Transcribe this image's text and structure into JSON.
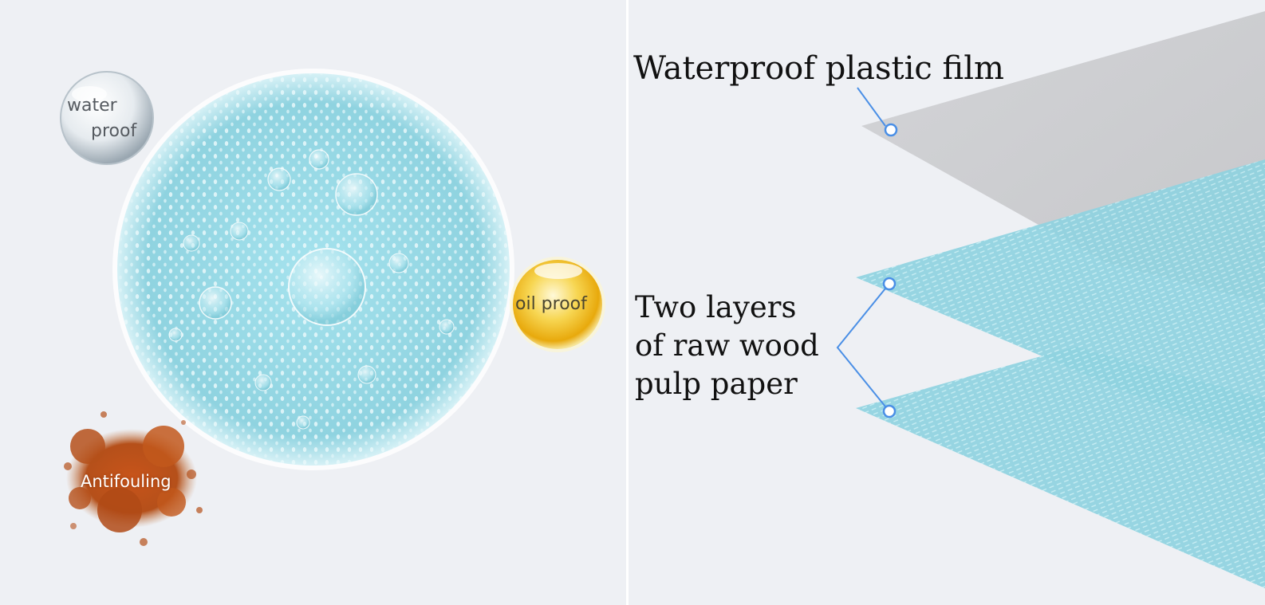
{
  "left_panel": {
    "water_badge": {
      "line1": "water",
      "line2": "proof"
    },
    "oil_badge": {
      "label": "oil proof"
    },
    "antifouling_badge": {
      "label": "Antifouling"
    }
  },
  "right_panel": {
    "film_label": "Waterproof plastic film",
    "paper_label": {
      "line1": "Two layers",
      "line2": "of raw wood",
      "line3": "pulp paper"
    }
  },
  "colors": {
    "background": "#eef0f4",
    "paper_cyan": "#8fd3e0",
    "film_gray": "#cfd0d3",
    "callout_blue": "#4a8fe6",
    "oil_gold": "#f2c21b",
    "stain_rust": "#b5501a"
  }
}
